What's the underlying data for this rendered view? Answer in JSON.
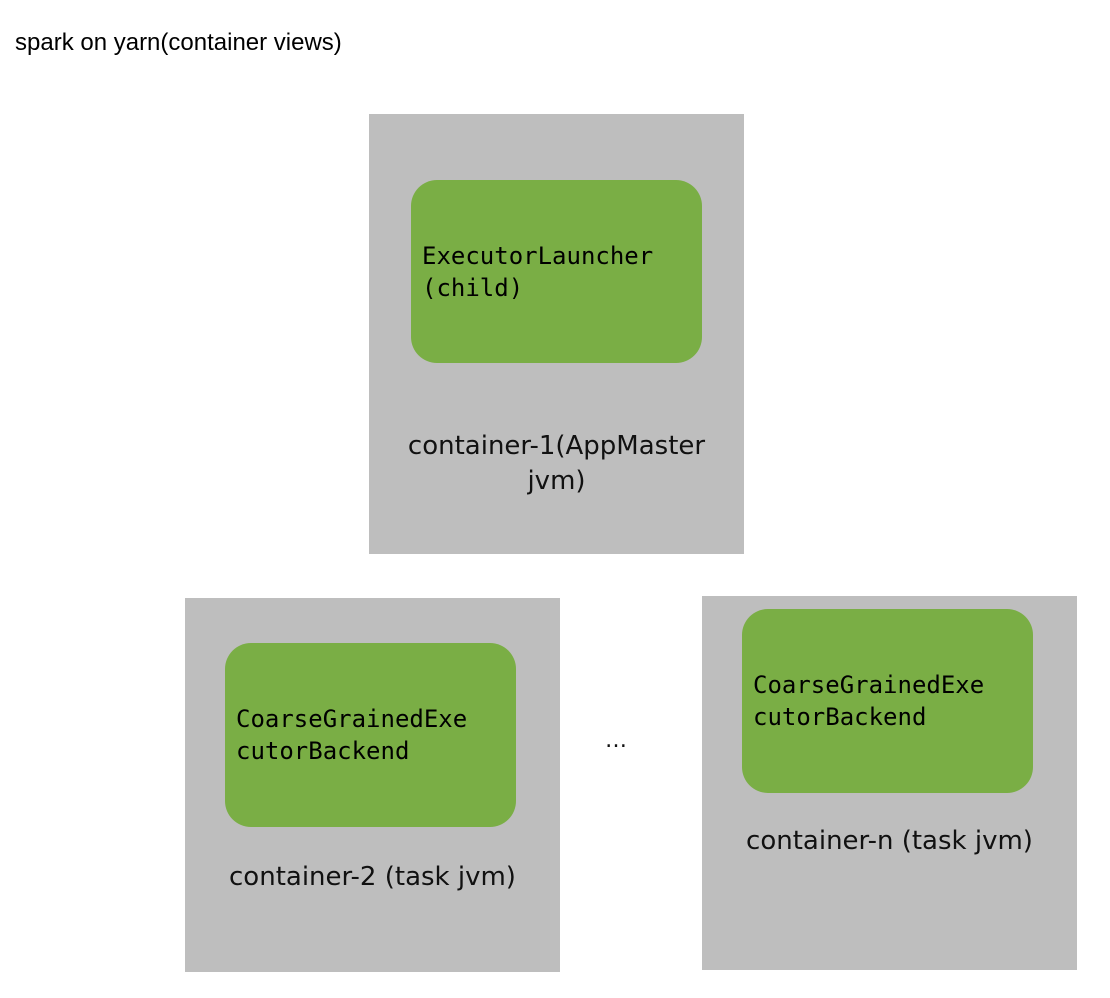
{
  "title": "spark on yarn(container views)",
  "containers": [
    {
      "executor_lines": [
        "ExecutorLauncher",
        "(child)"
      ],
      "caption_lines": [
        "container-1(AppMaster",
        "jvm)"
      ]
    },
    {
      "executor_lines": [
        "CoarseGrainedExe",
        "cutorBackend"
      ],
      "caption_lines": [
        "container-2 (task jvm)"
      ]
    },
    {
      "executor_lines": [
        "CoarseGrainedExe",
        "cutorBackend"
      ],
      "caption_lines": [
        "container-n (task jvm)"
      ]
    }
  ],
  "ellipsis": "…",
  "colors": {
    "container_bg": "#bebebe",
    "executor_bg": "#7aae45"
  }
}
